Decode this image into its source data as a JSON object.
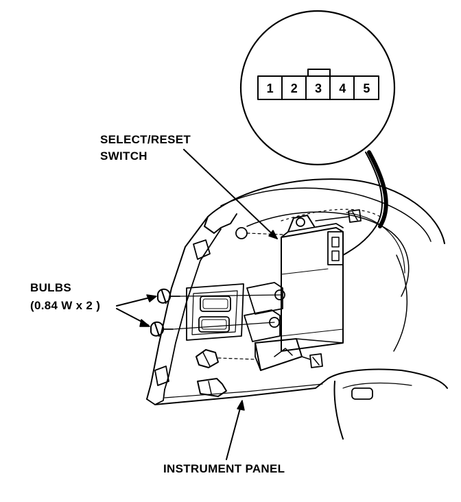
{
  "labels": {
    "switch_line1": "SELECT/RESET",
    "switch_line2": "SWITCH",
    "bulbs_line1": "BULBS",
    "bulbs_line2": "(0.84 W x 2 )",
    "panel": "INSTRUMENT PANEL"
  },
  "connector": {
    "pins": [
      "1",
      "2",
      "3",
      "4",
      "5"
    ],
    "keyed_pin": "3"
  },
  "colors": {
    "ink": "#000000",
    "paper": "#ffffff"
  }
}
